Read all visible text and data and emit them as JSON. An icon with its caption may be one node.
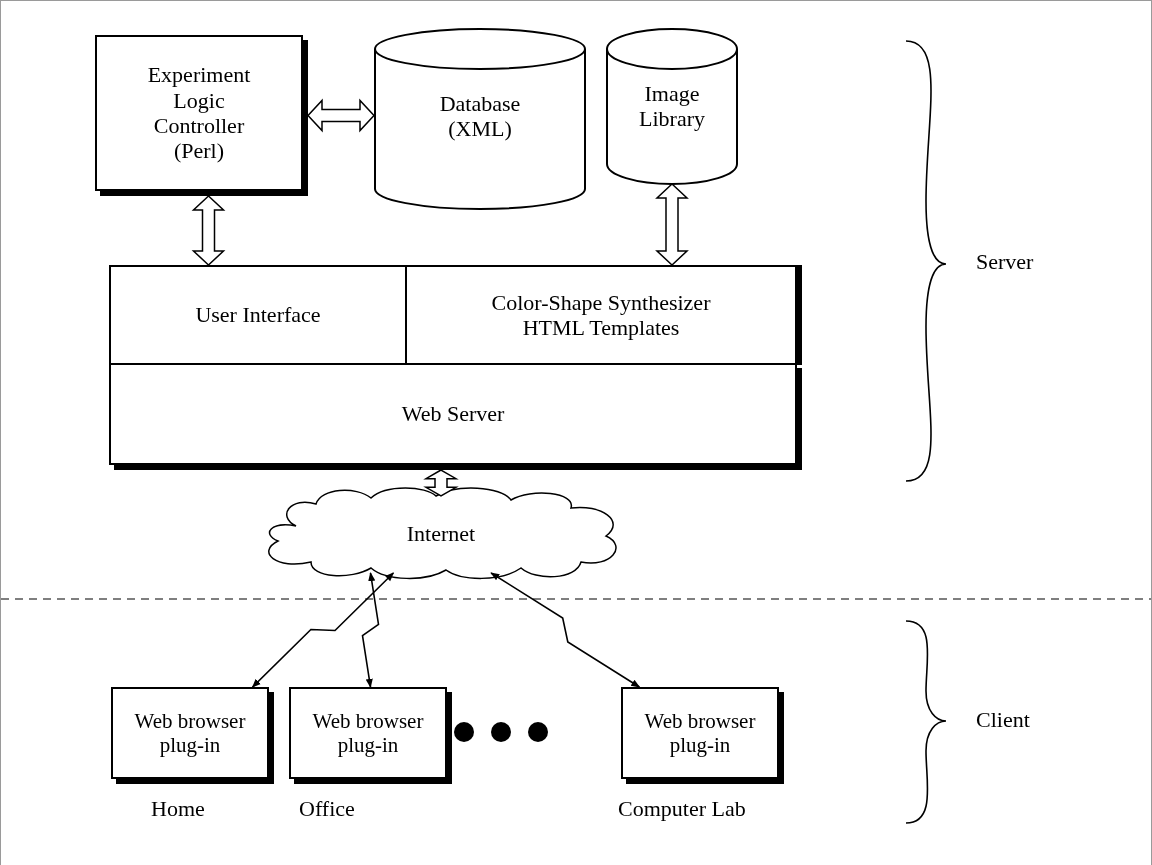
{
  "diagram": {
    "nodes": [
      {
        "text": [
          "Experiment Logic Controller (Perl)"
        ]
      },
      {
        "text": [
          "Database (XML)"
        ]
      },
      {
        "text": [
          "Image Library"
        ]
      },
      {
        "text": [
          "User Interface"
        ]
      },
      {
        "text": [
          "Color-Shape Synthesizer HTML Templates"
        ]
      },
      {
        "text": [
          "Web Server"
        ]
      },
      {
        "text": [
          "Internet"
        ]
      },
      {
        "text": [
          "Web browser",
          "plug-in"
        ],
        "beside": [
          "Home"
        ]
      },
      {
        "text": [
          "Web browser",
          "plug-in"
        ],
        "beside": [
          "Office"
        ]
      },
      {
        "text": [
          "Web browser",
          "plug-in"
        ],
        "beside": [
          "Computer Lab"
        ]
      }
    ],
    "edges": [
      {
        "from": 0,
        "to": 1,
        "arrow": "both",
        "style": "thick"
      },
      {
        "from": 0,
        "to": 3,
        "arrow": "both",
        "style": "thick"
      },
      {
        "from": 2,
        "to": 4,
        "arrow": "both",
        "style": "thick"
      },
      {
        "from": 5,
        "to": 6,
        "arrow": "both",
        "style": "thick"
      },
      {
        "from": 6,
        "to": 7,
        "arrow": "both"
      },
      {
        "from": 6,
        "to": 8,
        "arrow": "both"
      },
      {
        "from": 6,
        "to": 9,
        "arrow": "both"
      }
    ],
    "labels": [
      "Server",
      "Client"
    ]
  }
}
